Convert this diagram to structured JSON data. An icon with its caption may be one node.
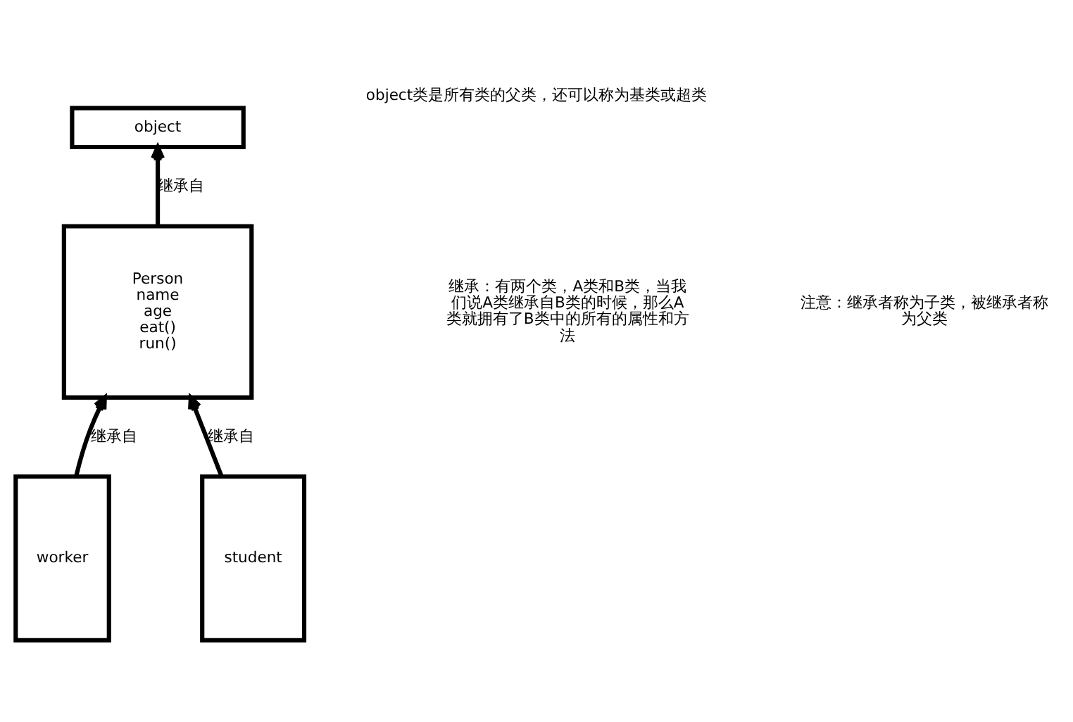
{
  "diagram": {
    "title": "object类是所有类的父类，还可以称为基类或超类",
    "nodes": [
      {
        "text": [
          "object"
        ]
      },
      {
        "text": [
          "Person",
          "name",
          "age",
          "eat()",
          "run()"
        ]
      },
      {
        "text": [
          "worker"
        ]
      },
      {
        "text": [
          "student"
        ]
      }
    ],
    "edges": [
      {
        "from": 1,
        "to": 0,
        "arrow": "to",
        "label": "继承自"
      },
      {
        "from": 2,
        "to": 1,
        "arrow": "to",
        "label": "继承自"
      },
      {
        "from": 3,
        "to": 1,
        "arrow": "to",
        "label": "继承自"
      }
    ],
    "labels": [
      "继承：有两个类，A类和B类，当我们说A类继承自B类的时候，那么A类就拥有了B类中的所有的属性和方法",
      "注意：继承者称为子类，被继承者称为父类"
    ]
  }
}
